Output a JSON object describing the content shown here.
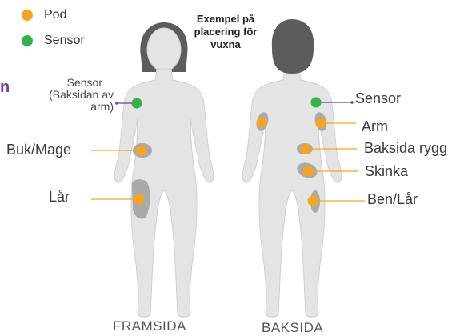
{
  "colors": {
    "pod": "#f7a51c",
    "sensor": "#33b249",
    "body": "#e4e4e4",
    "hair": "#5c5c5c",
    "zone": "#a9a9a9",
    "connector_pod": "#f7a51c",
    "connector_sensor": "#6b3fa0"
  },
  "legend": [
    {
      "label": "Pod",
      "color": "#f7a51c"
    },
    {
      "label": "Sensor",
      "color": "#33b249"
    }
  ],
  "title": "Exempel på placering för vuxna",
  "title_lines": [
    "Exempel på",
    "placering för",
    "vuxna"
  ],
  "edge_fragment": "n",
  "front": {
    "footer": "FRAMSIDA",
    "labels": {
      "sensor_lines": [
        "Sensor",
        "(Baksidan av",
        "arm)"
      ],
      "abdomen": "Buk/Mage",
      "thigh": "Lår"
    }
  },
  "back": {
    "footer": "BAKSIDA",
    "labels": {
      "sensor": "Sensor",
      "arm": "Arm",
      "lower_back": "Baksida rygg",
      "buttock": "Skinka",
      "leg": "Ben/Lår"
    }
  }
}
